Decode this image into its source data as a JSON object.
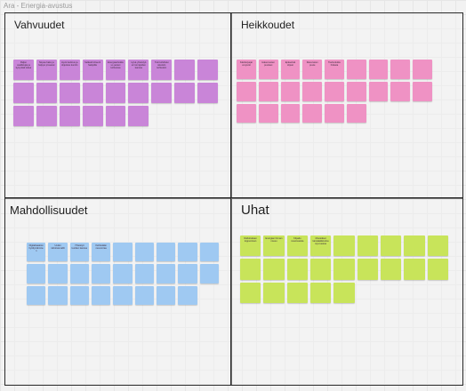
{
  "board": {
    "title": "Ara - Energia-avustus"
  },
  "frames": [
    {
      "id": "strengths",
      "title": "Vahvuudet",
      "note_color": "#c985d8",
      "rows": [
        9,
        9,
        6
      ],
      "texts": [
        "Paljon osallistujia ja kysyntää tukea",
        "Nopea haku ja helppo prosessi",
        "Hyvä tiedotus ja ohjeistus kuntiin",
        "Selkeät kriteerit hakijoille",
        "Energiatehokkuus parani kohteissa",
        "Hyvä yhteistyö eri toimijoiden kanssa",
        "Tuki kohdistui oikeisiin kohteisiin"
      ]
    },
    {
      "id": "weaknesses",
      "title": "Heikkoudet",
      "note_color": "#ef92c4",
      "rows": [
        9,
        9,
        6
      ],
      "texts": [
        "Käsittelyajat venyivät",
        "Hakemusten puutteet",
        "Epäselvät ohjeet",
        "Resurssien puute",
        "Tiedonkulku hidasta"
      ]
    },
    {
      "id": "opportunities",
      "title": "Mahdollisuudet",
      "note_color": "#9fc9f2",
      "rows": [
        9,
        9,
        8
      ],
      "texts": [
        "Digitalisaation hyödyntäminen",
        "Uudet rahoitusmallit",
        "Yhteistyö kuntien kanssa",
        "Kehitetään neuvontaa"
      ]
    },
    {
      "id": "threats",
      "title": "Uhat",
      "note_color": "#c8e45a",
      "rows": [
        9,
        9,
        5
      ],
      "texts": [
        "Rahoituksen loppuminen",
        "Energian hinnan nousu",
        "Kilpailu resursseista",
        "Muutokset lainsäädännössä ja tuessa"
      ]
    }
  ]
}
